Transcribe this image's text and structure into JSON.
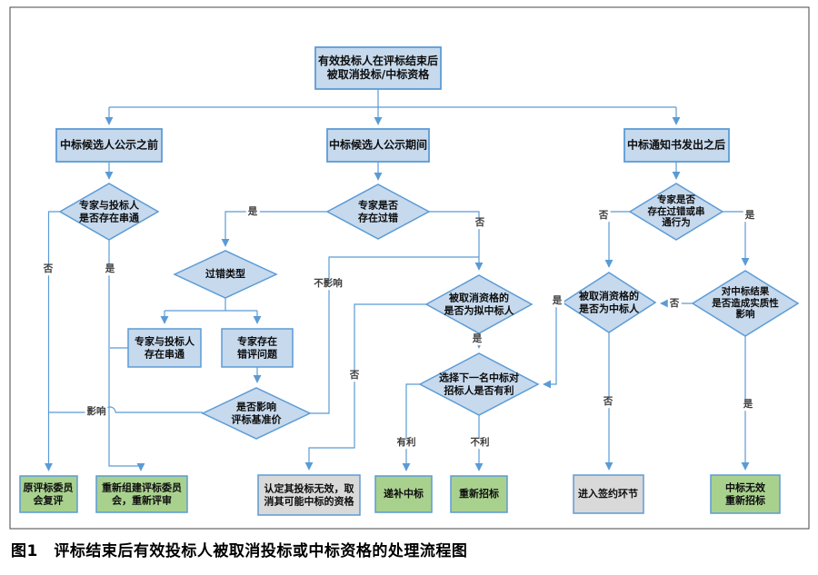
{
  "figure": {
    "caption": "图1　评标结束后有效投标人被取消投标或中标资格的处理流程图"
  },
  "colors": {
    "node_blue_fill": "#c6d9ed",
    "node_green_fill": "#a9d18e",
    "node_gray_fill": "#d9d9d9",
    "node_border": "#5b9bd5",
    "connector": "#5b9bd5",
    "frame_border": "#444444"
  },
  "nodes": {
    "start": {
      "label": "有效投标人在评标结束后\n被取消投标/中标资格"
    },
    "phase_before": {
      "label": "中标候选人公示之前"
    },
    "phase_during": {
      "label": "中标候选人公示期间"
    },
    "phase_after": {
      "label": "中标通知书发出之后"
    },
    "d_collusion": {
      "label": "专家与投标人\n是否存在串通"
    },
    "d_fault": {
      "label": "专家是否\n存在过错"
    },
    "d_fault_type": {
      "label": "过错类型"
    },
    "b_collusion": {
      "label": "专家与投标人\n存在串通"
    },
    "b_error": {
      "label": "专家存在\n错评问题"
    },
    "d_benchmark": {
      "label": "是否影响\n评标基准价"
    },
    "d_proposed": {
      "label": "被取消资格的\n是否为拟中标人"
    },
    "d_next": {
      "label": "选择下一名中标对\n招标人是否有利"
    },
    "d_fault2": {
      "label": "专家是否\n存在过错或串\n通行为"
    },
    "d_winner": {
      "label": "被取消资格的\n是否为中标人"
    },
    "d_material": {
      "label": "对中标结果\n是否造成实质性\n影响"
    },
    "t_recheck": {
      "label": "原评标委员\n会复评"
    },
    "t_new_committee": {
      "label": "重新组建评标委员\n会，重新评审"
    },
    "t_invalidate": {
      "label": "认定其投标无效，取\n消其可能中标的资格"
    },
    "t_substitute": {
      "label": "递补中标"
    },
    "t_rebid": {
      "label": "重新招标"
    },
    "t_sign": {
      "label": "进入签约环节"
    },
    "t_invalid_rebid": {
      "label": "中标无效\n重新招标"
    }
  },
  "edge_labels": {
    "no1": "否",
    "yes1": "是",
    "yes2": "是",
    "no2": "否",
    "no_impact": "不影响",
    "impact": "影响",
    "no3": "否",
    "yes3": "是",
    "favorable": "有利",
    "unfavorable": "不利",
    "no4": "否",
    "yes4": "是",
    "no5": "否",
    "yes5": "是",
    "no6": "否",
    "yes6": "是"
  }
}
